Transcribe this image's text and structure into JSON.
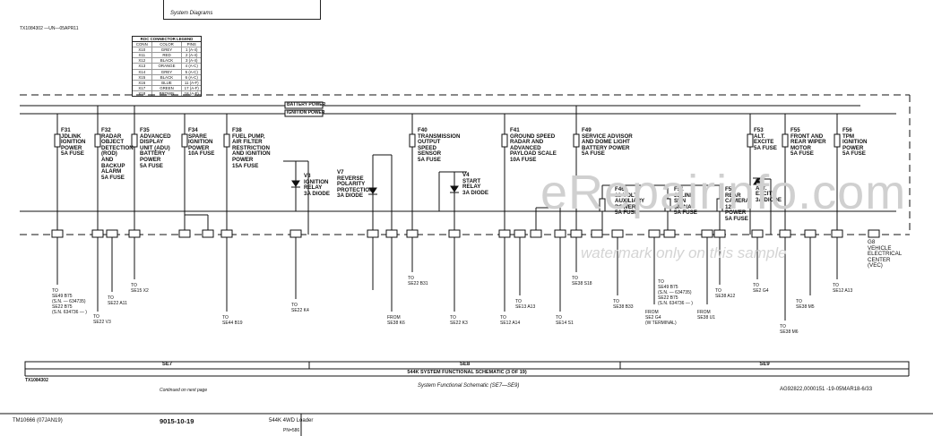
{
  "header": {
    "section_title": "System Diagrams",
    "figure_code": "TX1084302 —UN—05APR11"
  },
  "legend": {
    "title": "ROC CONNECTOR LEGEND",
    "columns": [
      "CONN",
      "COLOR",
      "PINS"
    ],
    "rows": [
      [
        "X10",
        "GREY",
        "1 (A-4)"
      ],
      [
        "X11",
        "RED",
        "2 (A-4)"
      ],
      [
        "X12",
        "BLACK",
        "3 (A-4)"
      ],
      [
        "X13",
        "ORANGE",
        "4 (A-C)"
      ],
      [
        "X14",
        "GREY",
        "5 (A-C)"
      ],
      [
        "X15",
        "BLACK",
        "6 (A-C)"
      ],
      [
        "X16",
        "BLUE",
        "11 (A-F)"
      ],
      [
        "X17",
        "GREEN",
        "17 (A-F)"
      ],
      [
        "X18",
        "BROWN",
        "18 (A-F)"
      ]
    ]
  },
  "rails": {
    "battery": "BATTERY POWER",
    "ignition": "IGNITION POWER"
  },
  "fuses": [
    {
      "id": "F31",
      "text": "F31\nJDLINK\nIGNITION\nPOWER\n5A FUSE"
    },
    {
      "id": "F32",
      "text": "F32\nRADAR\nOBJECT\nDETECTION\n(ROD)\nAND\nBACKUP\nALARM\n5A FUSE"
    },
    {
      "id": "F35",
      "text": "F35\nADVANCED\nDISPLAY\nUNIT (ADU)\nBATTERY\nPOWER\n5A FUSE"
    },
    {
      "id": "F34",
      "text": "F34\nSPARE\nIGNITION\nPOWER\n10A FUSE"
    },
    {
      "id": "F38",
      "text": "F38\nFUEL PUMP,\nAIR FILTER\nRESTRICTION\nAND IGNITION\nPOWER\n15A FUSE"
    },
    {
      "id": "F40",
      "text": "F40\nTRANSMISSION\nOUTPUT\nSPEED\nSENSOR\n5A FUSE"
    },
    {
      "id": "F41",
      "text": "F41\nGROUND SPEED\nRADAR AND\nADVANCED\nPAYLOAD SCALE\n10A FUSE"
    },
    {
      "id": "F49",
      "text": "F49\nSERVICE ADVISOR\nAND DOME LIGHT\nBATTERY POWER\n5A FUSE"
    },
    {
      "id": "F53",
      "text": "F53\nALT.\nEXCITE\n5A FUSE"
    },
    {
      "id": "F55",
      "text": "F55\nFRONT AND\nREAR WIPER\nMOTOR\n5A FUSE"
    },
    {
      "id": "F56",
      "text": "F56\nTPM\nIGNITION\nPOWER\n5A FUSE"
    },
    {
      "id": "F46",
      "text": "F46\n12-VOLT\nAUXILIARY\nPOWER\n5A FUSE"
    },
    {
      "id": "F51",
      "text": "F51\nJDLINK\nSUN\nSIGNAL\n5A FUSE"
    },
    {
      "id": "F52",
      "text": "F52\nREAR\nCAMERA\n12V\nPOWER\n5A FUSE"
    }
  ],
  "diodes": [
    {
      "id": "V3",
      "text": "V3\nIGNITION\nRELAY\n3A DIODE"
    },
    {
      "id": "V7",
      "text": "V7\nREVERSE\nPOLARITY\nPROTECTION\n3A DIODE"
    },
    {
      "id": "V4",
      "text": "V4\nSTART\nRELAY\n3A DIODE"
    },
    {
      "id": "V5",
      "text": "V5\nALT.\nEXCITE\n3A DIODE"
    }
  ],
  "vec": {
    "text": "G8\nVEHICLE\nELECTRICAL\nCENTER\n(VEC)"
  },
  "destinations": [
    {
      "text": "TO\nSE49 B75\n(S.N. — 634735)\nSE22 B75\n(S.N. 634736 — )"
    },
    {
      "text": "TO\nSE22 V3"
    },
    {
      "text": "TO\nSE22 A11"
    },
    {
      "text": "TO\nSE15 X2"
    },
    {
      "text": "TO\nSE44 B19"
    },
    {
      "text": "TO\nSE22 K4"
    },
    {
      "text": "FROM\nSE38 K6"
    },
    {
      "text": "TO\nSE22 B31"
    },
    {
      "text": "TO\nSE22 K3"
    },
    {
      "text": "TO\nSE12 A14"
    },
    {
      "text": "TO\nSE13 A13"
    },
    {
      "text": "TO\nSE14 S1"
    },
    {
      "text": "TO\nSE38 S18"
    },
    {
      "text": "TO\nSE38 B33"
    },
    {
      "text": "TO\nSE49 B75\n(S.N. — 634735)\nSE22 B75\n(S.N. 634736 — )"
    },
    {
      "text": "FROM\nSE2 G4\n(W TERMINAL)"
    },
    {
      "text": "FROM\nSE38 U1"
    },
    {
      "text": "TO\nSE38 A12"
    },
    {
      "text": "TO\nSE2 G4"
    },
    {
      "text": "TO\nSE38 M5"
    },
    {
      "text": "TO\nSE38 M6"
    },
    {
      "text": "TO\nSE12 A13"
    }
  ],
  "section_bar": {
    "sections": [
      "SE7",
      "SE8",
      "SE9"
    ],
    "caption": "544K SYSTEM FUNCTIONAL SCHEMATIC (3 OF 19)"
  },
  "figure_ref": "TX1084302",
  "figure_caption": "System Functional Schematic (SE7—SE9)",
  "continued_note": "Continued on next page",
  "doc_code": "AG92822,0000151 -19-05MAR18-6/33",
  "footer": {
    "manual": "TM10666 (07JAN19)",
    "page": "9015-10-19",
    "model": "544K 4WD Loader",
    "pn": "PN=586"
  },
  "watermark": {
    "main": "eRepairinfo.com",
    "sub": "watermark only on this sample"
  }
}
